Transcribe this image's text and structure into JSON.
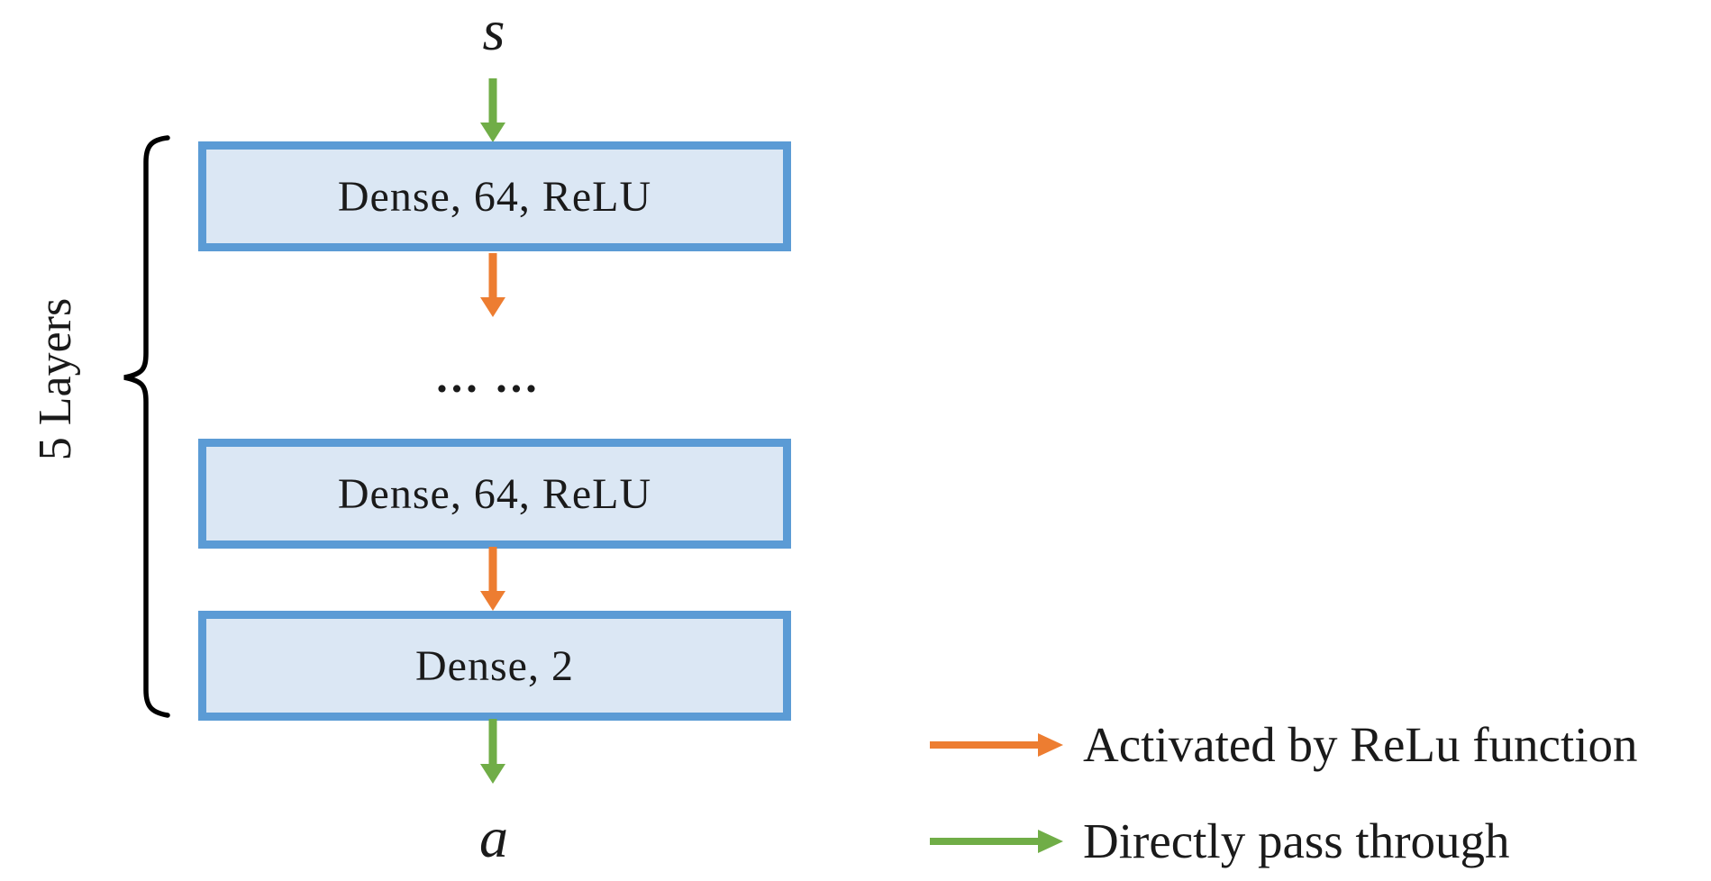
{
  "diagram": {
    "input_label": "s",
    "output_label": "a",
    "layers": [
      {
        "label": "Dense, 64, ReLU"
      },
      {
        "label": "Dense, 64, ReLU"
      },
      {
        "label": "Dense, 2"
      }
    ],
    "ellipsis": "... ...",
    "brace_label": "5 Layers",
    "legend": [
      {
        "color_name": "orange",
        "label": "Activated by ReLu function"
      },
      {
        "color_name": "green",
        "label": "Directly pass through"
      }
    ],
    "colors": {
      "box_fill": "#dbe7f4",
      "box_border": "#5b9bd5",
      "green": "#70ad47",
      "orange": "#ed7d31",
      "text": "#1a1a1a"
    }
  }
}
